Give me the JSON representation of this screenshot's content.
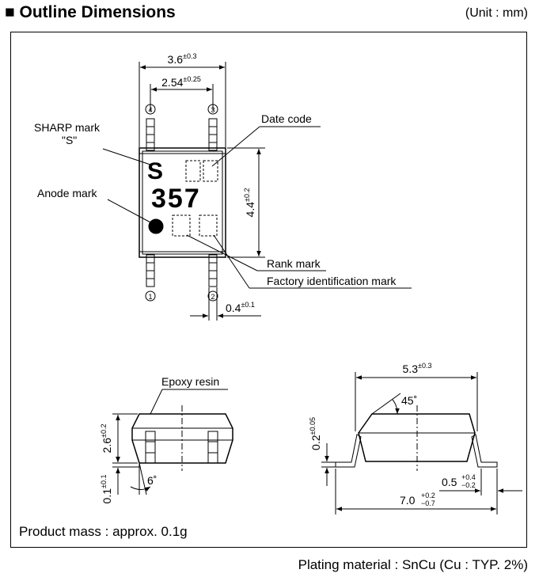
{
  "header": {
    "title": "■ Outline Dimensions",
    "unit": "(Unit : mm)"
  },
  "top_view": {
    "width_dim": {
      "value": "3.6",
      "tol": "±0.3"
    },
    "pitch_dim": {
      "value": "2.54",
      "tol": "±0.25"
    },
    "height_dim": {
      "value": "4.4",
      "tol": "±0.2"
    },
    "lead_dim": {
      "value": "0.4",
      "tol": "±0.1"
    },
    "sharp_mark_label_1": "SHARP mark",
    "sharp_mark_label_2": "\"S\"",
    "date_code_label": "Date code",
    "anode_mark_label": "Anode mark",
    "rank_mark_label": "Rank mark",
    "factory_label": "Factory identification mark",
    "logo_letter": "S",
    "part_number": "357",
    "pins": [
      "4",
      "3",
      "1",
      "2"
    ]
  },
  "side_view": {
    "epoxy_label": "Epoxy resin",
    "height_dim": {
      "value": "2.6",
      "tol": "±0.2"
    },
    "standoff_dim": {
      "value": "0.1",
      "tol": "±0.1"
    },
    "angle": "6˚"
  },
  "end_view": {
    "width_dim": {
      "value": "5.3",
      "tol": "±0.3"
    },
    "angle": "45˚",
    "lead_thick_dim": {
      "value": "0.2",
      "tol": "±0.05"
    },
    "foot_dim": {
      "value": "0.5",
      "tol_plus": "+0.4",
      "tol_minus": "−0.2"
    },
    "total_dim": {
      "value": "7.0",
      "tol_plus": "+0.2",
      "tol_minus": "−0.7"
    }
  },
  "footer": {
    "mass": "Product mass : approx. 0.1g",
    "plating": "Plating material : SnCu (Cu : TYP. 2%)"
  }
}
